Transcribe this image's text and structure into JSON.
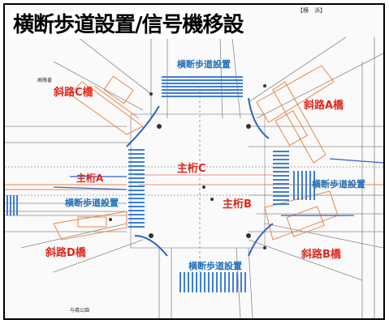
{
  "title": "横断歩道設置/信号機移設",
  "bridges": {
    "a": "斜路A橋",
    "b": "斜路B橋",
    "c": "斜路C橋",
    "d": "斜路D橋"
  },
  "girders": {
    "a": "主桁A",
    "b": "主桁B",
    "c": "主桁C"
  },
  "crosswalks": {
    "top": "横断歩道設置",
    "right": "横断歩道設置",
    "left": "横断歩道設置",
    "bottom": "横断歩道設置"
  },
  "minor": {
    "top_right_tag": "【横　浜】",
    "small_left": "廃路番",
    "small_bottom": "与橋公園"
  },
  "colors": {
    "label_red": "#e0261b",
    "label_blue": "#1f6fb8",
    "ramp_orange": "#e8874a",
    "crosswalk_blue": "#3d7ed8",
    "lines_gray": "#8a8a8a"
  }
}
